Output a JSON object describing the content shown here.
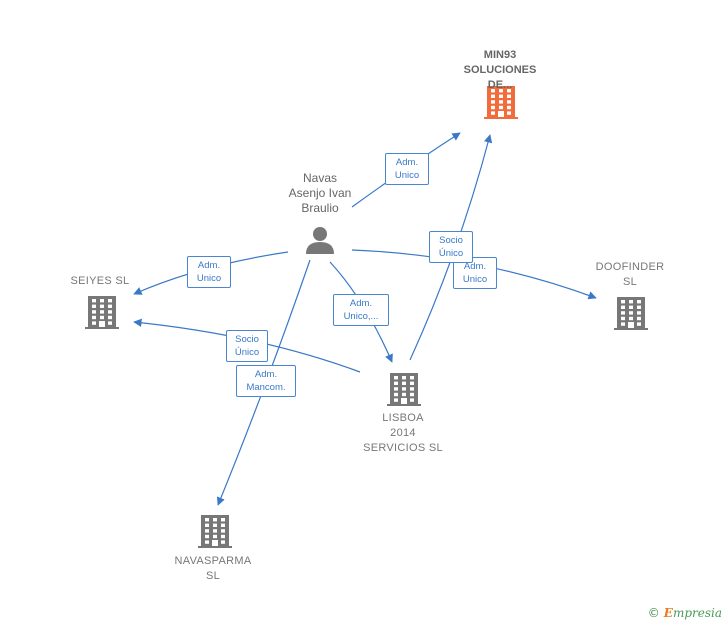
{
  "nodes": {
    "person": {
      "label": "Navas\nAsenjo Ivan\nBraulio",
      "icon": "person-icon",
      "color": "#777777"
    },
    "min93": {
      "label": "MIN93\nSOLUCIONES\nDE...",
      "icon": "building-icon",
      "color": "#f26b3a"
    },
    "seiyes": {
      "label": "SEIYES  SL",
      "icon": "building-icon",
      "color": "#777777"
    },
    "doofinder": {
      "label": "DOOFINDER\nSL",
      "icon": "building-icon",
      "color": "#777777"
    },
    "lisboa": {
      "label": "LISBOA\n2014\nSERVICIOS  SL",
      "icon": "building-icon",
      "color": "#777777"
    },
    "navasparma": {
      "label": "NAVASPARMA\nSL",
      "icon": "building-icon",
      "color": "#777777"
    }
  },
  "edges": {
    "person_min93": "Adm.\nUnico",
    "person_seiyes": "Adm.\nUnico",
    "person_doofinder": "Adm.\nUnico",
    "person_lisboa": "Adm.\nUnico,...",
    "person_navasparma": "Adm.\nMancom.",
    "lisboa_seiyes": "Socio\nÚnico",
    "lisboa_min93": "Socio\nÚnico"
  },
  "colors": {
    "edge": "#3a78c8",
    "highlight": "#f26b3a",
    "node": "#777777"
  },
  "footer": {
    "copyright": "©",
    "brand_first": "E",
    "brand_rest": "mpresia"
  }
}
